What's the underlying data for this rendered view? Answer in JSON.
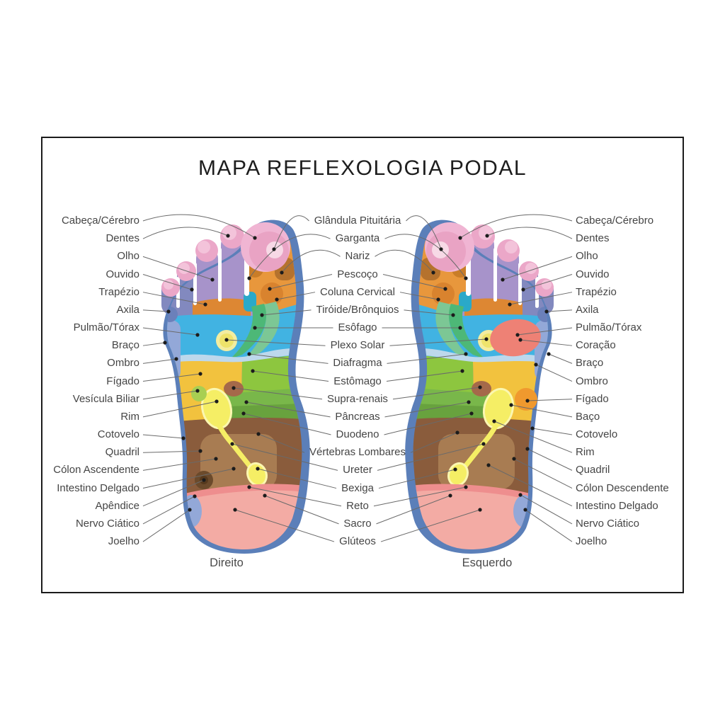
{
  "title": "MAPA REFLEXOLOGIA PODAL",
  "left_labels": [
    "Cabeça/Cérebro",
    "Dentes",
    "Olho",
    "Ouvido",
    "Trapézio",
    "Axila",
    "Pulmão/Tórax",
    "Braço",
    "Ombro",
    "Fígado",
    "Vesícula Biliar",
    "Rim",
    "Cotovelo",
    "Quadril",
    "Cólon Ascendente",
    "Intestino Delgado",
    "Apêndice",
    "Nervo Ciático",
    "Joelho"
  ],
  "center_labels": [
    "Glândula Pituitária",
    "Garganta",
    "Nariz",
    "Pescoço",
    "Coluna Cervical",
    "Tiróide/Brônquios",
    "Esôfago",
    "Plexo Solar",
    "Diafragma",
    "Estômago",
    "Supra-renais",
    "Pâncreas",
    "Duodeno",
    "Vértebras Lombares",
    "Ureter",
    "Bexiga",
    "Reto",
    "Sacro",
    "Glúteos"
  ],
  "right_labels": [
    "Cabeça/Cérebro",
    "Dentes",
    "Olho",
    "Ouvido",
    "Trapézio",
    "Axila",
    "Pulmão/Tórax",
    "Coração",
    "Braço",
    "Ombro",
    "Fígado",
    "Baço",
    "Cotovelo",
    "Rim",
    "Quadril",
    "Cólon Descendente",
    "Intestino Delgado",
    "Nervo Ciático",
    "Joelho"
  ],
  "feet": {
    "left_caption": "Direito",
    "right_caption": "Esquerdo"
  },
  "colors": {
    "toe_pink": "#eba7c8",
    "toe_highlight": "#f3c3da",
    "big_toe": "#e9a3c4",
    "toe_inner": "#f7d9e6",
    "purple_band": "#a793ca",
    "violet_band": "#8289bf",
    "edge_blue": "#5b7fb9",
    "orange_band": "#dd8733",
    "throat_orange": "#e8973c",
    "dark_orange": "#b5722d",
    "teal": "#2aa9c9",
    "lung_cyan": "#41b3e2",
    "thyroid_green": "#4db877",
    "thyroid_light": "#7cc795",
    "diaphragm_blue": "#bdd8ec",
    "solar_plexus": "#eee36b",
    "liver_yellow": "#f2c23e",
    "stomach_green": "#8dc63f",
    "pancreas_green": "#79b74a",
    "duodenum_green": "#68a23e",
    "kidney_yellow": "#f5ee65",
    "adrenal_brown": "#a5694a",
    "intestine_brown": "#8a5c3c",
    "intestine_light": "#a87c52",
    "appendix_brown": "#6b4a2b",
    "heel_pink": "#f3aba4",
    "sciatic_salmon": "#ee8e8e",
    "knee_periwinkle": "#93a8d8",
    "axilla_blue": "#6b80ba",
    "heart_red": "#ee8175",
    "liver_spot_orange": "#f0992e",
    "gallbladder_green": "#a8cf52",
    "leader_line": "#6a6a6a",
    "dot_black": "#1c1c1c",
    "label_text": "#454545"
  }
}
